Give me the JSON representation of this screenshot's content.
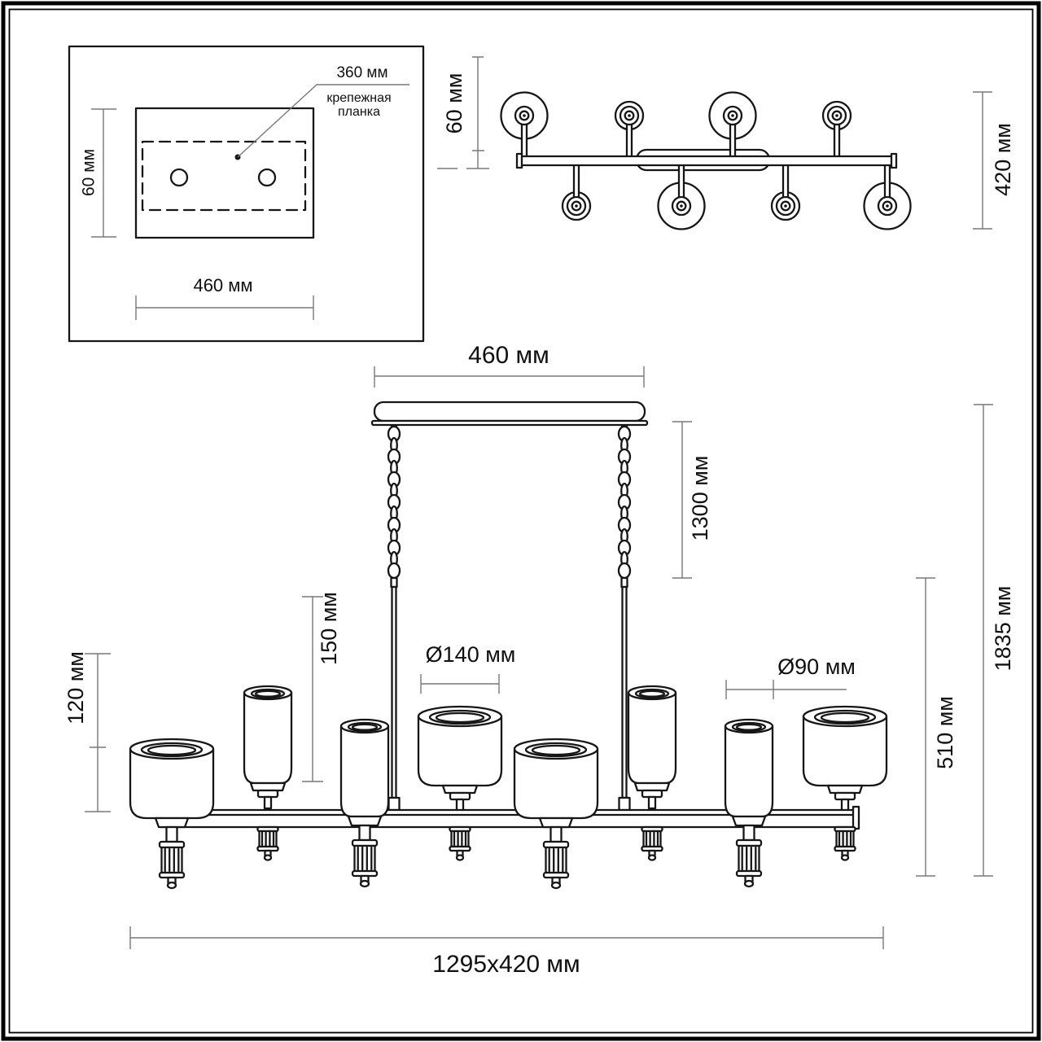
{
  "drawing": {
    "inset": {
      "dim_plate_mount_width": "360 мм",
      "plate_label_line1": "крепежная",
      "plate_label_line2": "планка",
      "dim_plate_height": "60 мм",
      "dim_plate_width": "460 мм"
    },
    "top_view": {
      "dim_arm_offset": "60 мм",
      "dim_depth": "420 мм"
    },
    "front_view": {
      "dim_canopy_width": "460 мм",
      "dim_chain_length": "1300 мм",
      "dim_small_shade_height": "150 мм",
      "dim_large_shade_height": "120 мм",
      "dim_large_shade_diameter": "Ø140 мм",
      "dim_small_shade_diameter": "Ø90 мм",
      "dim_body_height": "510 мм",
      "dim_total_height": "1835 мм",
      "dim_overall_size": "1295x420 мм"
    }
  },
  "colors": {
    "line": "#161616",
    "dimline": "#787878",
    "text": "#101010",
    "bg": "#ffffff"
  }
}
